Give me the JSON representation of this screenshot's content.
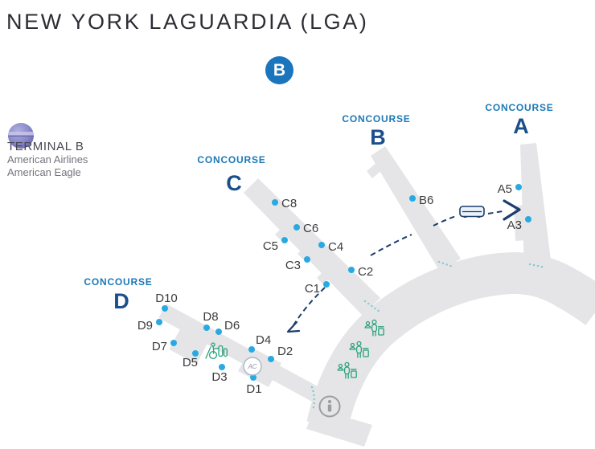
{
  "title": "NEW YORK LAGUARDIA (LGA)",
  "badge": {
    "letter": "B"
  },
  "legend": {
    "globe_icon": "globe-icon",
    "terminal": "TERMINAL B",
    "airlines": [
      "American Airlines",
      "American Eagle"
    ]
  },
  "concourse_word": "CONCOURSE",
  "concourses": {
    "a": "A",
    "b": "B",
    "c": "C",
    "d": "D"
  },
  "gates": {
    "c8": "C8",
    "c6": "C6",
    "c5": "C5",
    "c4": "C4",
    "c3": "C3",
    "c2": "C2",
    "c1": "C1",
    "b6": "B6",
    "a5": "A5",
    "a3": "A3",
    "d10": "D10",
    "d9": "D9",
    "d8": "D8",
    "d7": "D7",
    "d6": "D6",
    "d5": "D5",
    "d4": "D4",
    "d3": "D3",
    "d2": "D2",
    "d1": "D1"
  },
  "amenities": {
    "admirals_club_label": "AC"
  },
  "icons": [
    "bus-icon",
    "info-icon",
    "passenger-group-icon",
    "wheelchair-assist-icon",
    "globe-icon"
  ],
  "colors": {
    "badge_blue": "#1b75bc",
    "concourse_blue": "#1a79b7",
    "letter_navy": "#1b4f8c",
    "gate_dot_blue": "#29a9e1",
    "path_navy": "#1d3d6d",
    "walkway_teal": "#7fccd4",
    "amenity_green": "#2ba27b",
    "terminal_gray": "#e5e5e7",
    "globe_purple": "#7a7ac0"
  }
}
